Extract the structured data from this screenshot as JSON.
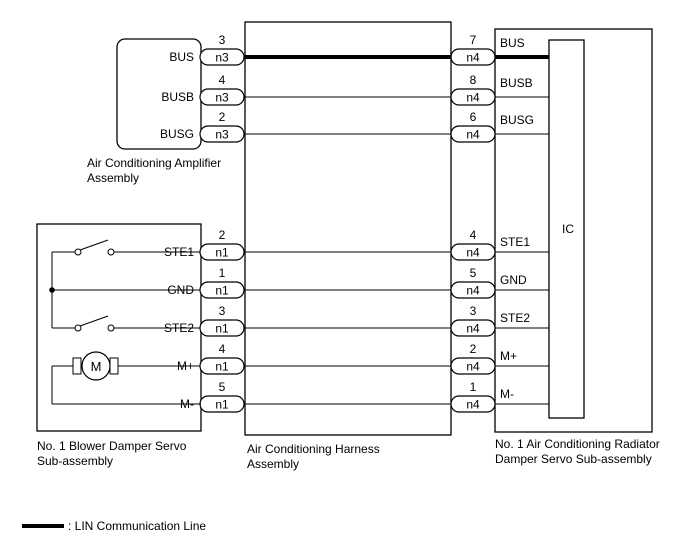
{
  "components": {
    "amplifier": {
      "label_lines": [
        "Air Conditioning Amplifier",
        "Assembly"
      ]
    },
    "harness": {
      "label_lines": [
        "Air Conditioning Harness",
        "Assembly"
      ]
    },
    "blower_servo": {
      "label_lines": [
        "No. 1 Blower Damper Servo",
        "Sub-assembly"
      ]
    },
    "radiator_servo": {
      "label_lines": [
        "No. 1 Air Conditioning Radiator",
        "Damper Servo Sub-assembly"
      ],
      "ic_label": "IC"
    }
  },
  "motor_symbol": "M",
  "circuits": [
    {
      "id": "bus",
      "left_label": "BUS",
      "left_pin": "3",
      "left_conn": "n3",
      "right_pin": "7",
      "right_conn": "n4",
      "right_label": "BUS",
      "lin": true
    },
    {
      "id": "busb",
      "left_label": "BUSB",
      "left_pin": "4",
      "left_conn": "n3",
      "right_pin": "8",
      "right_conn": "n4",
      "right_label": "BUSB",
      "lin": false
    },
    {
      "id": "busg",
      "left_label": "BUSG",
      "left_pin": "2",
      "left_conn": "n3",
      "right_pin": "6",
      "right_conn": "n4",
      "right_label": "BUSG",
      "lin": false
    },
    {
      "id": "ste1",
      "left_label": "STE1",
      "left_pin": "2",
      "left_conn": "n1",
      "right_pin": "4",
      "right_conn": "n4",
      "right_label": "STE1",
      "lin": false
    },
    {
      "id": "gnd",
      "left_label": "GND",
      "left_pin": "1",
      "left_conn": "n1",
      "right_pin": "5",
      "right_conn": "n4",
      "right_label": "GND",
      "lin": false
    },
    {
      "id": "ste2",
      "left_label": "STE2",
      "left_pin": "3",
      "left_conn": "n1",
      "right_pin": "3",
      "right_conn": "n4",
      "right_label": "STE2",
      "lin": false
    },
    {
      "id": "mplus",
      "left_label": "M+",
      "left_pin": "4",
      "left_conn": "n1",
      "right_pin": "2",
      "right_conn": "n4",
      "right_label": "M+",
      "lin": false
    },
    {
      "id": "mminus",
      "left_label": "M-",
      "left_pin": "5",
      "left_conn": "n1",
      "right_pin": "1",
      "right_conn": "n4",
      "right_label": "M-",
      "lin": false
    }
  ],
  "legend": {
    "label": ": LIN Communication Line"
  }
}
